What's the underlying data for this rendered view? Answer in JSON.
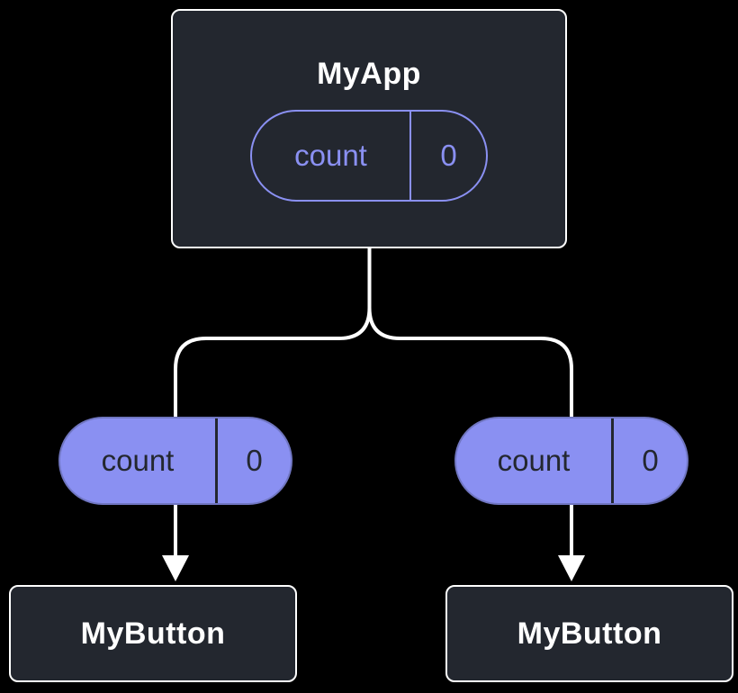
{
  "colors": {
    "background": "#000000",
    "node_fill": "#23272f",
    "node_border": "#ffffff",
    "accent_purple": "#8a90f2",
    "text_on_purple": "#23272f",
    "connector_line": "#ffffff"
  },
  "root_node": {
    "label": "MyApp",
    "prop": {
      "name": "count",
      "value": "0"
    }
  },
  "child_props": [
    {
      "name": "count",
      "value": "0"
    },
    {
      "name": "count",
      "value": "0"
    }
  ],
  "child_nodes": [
    {
      "label": "MyButton"
    },
    {
      "label": "MyButton"
    }
  ]
}
